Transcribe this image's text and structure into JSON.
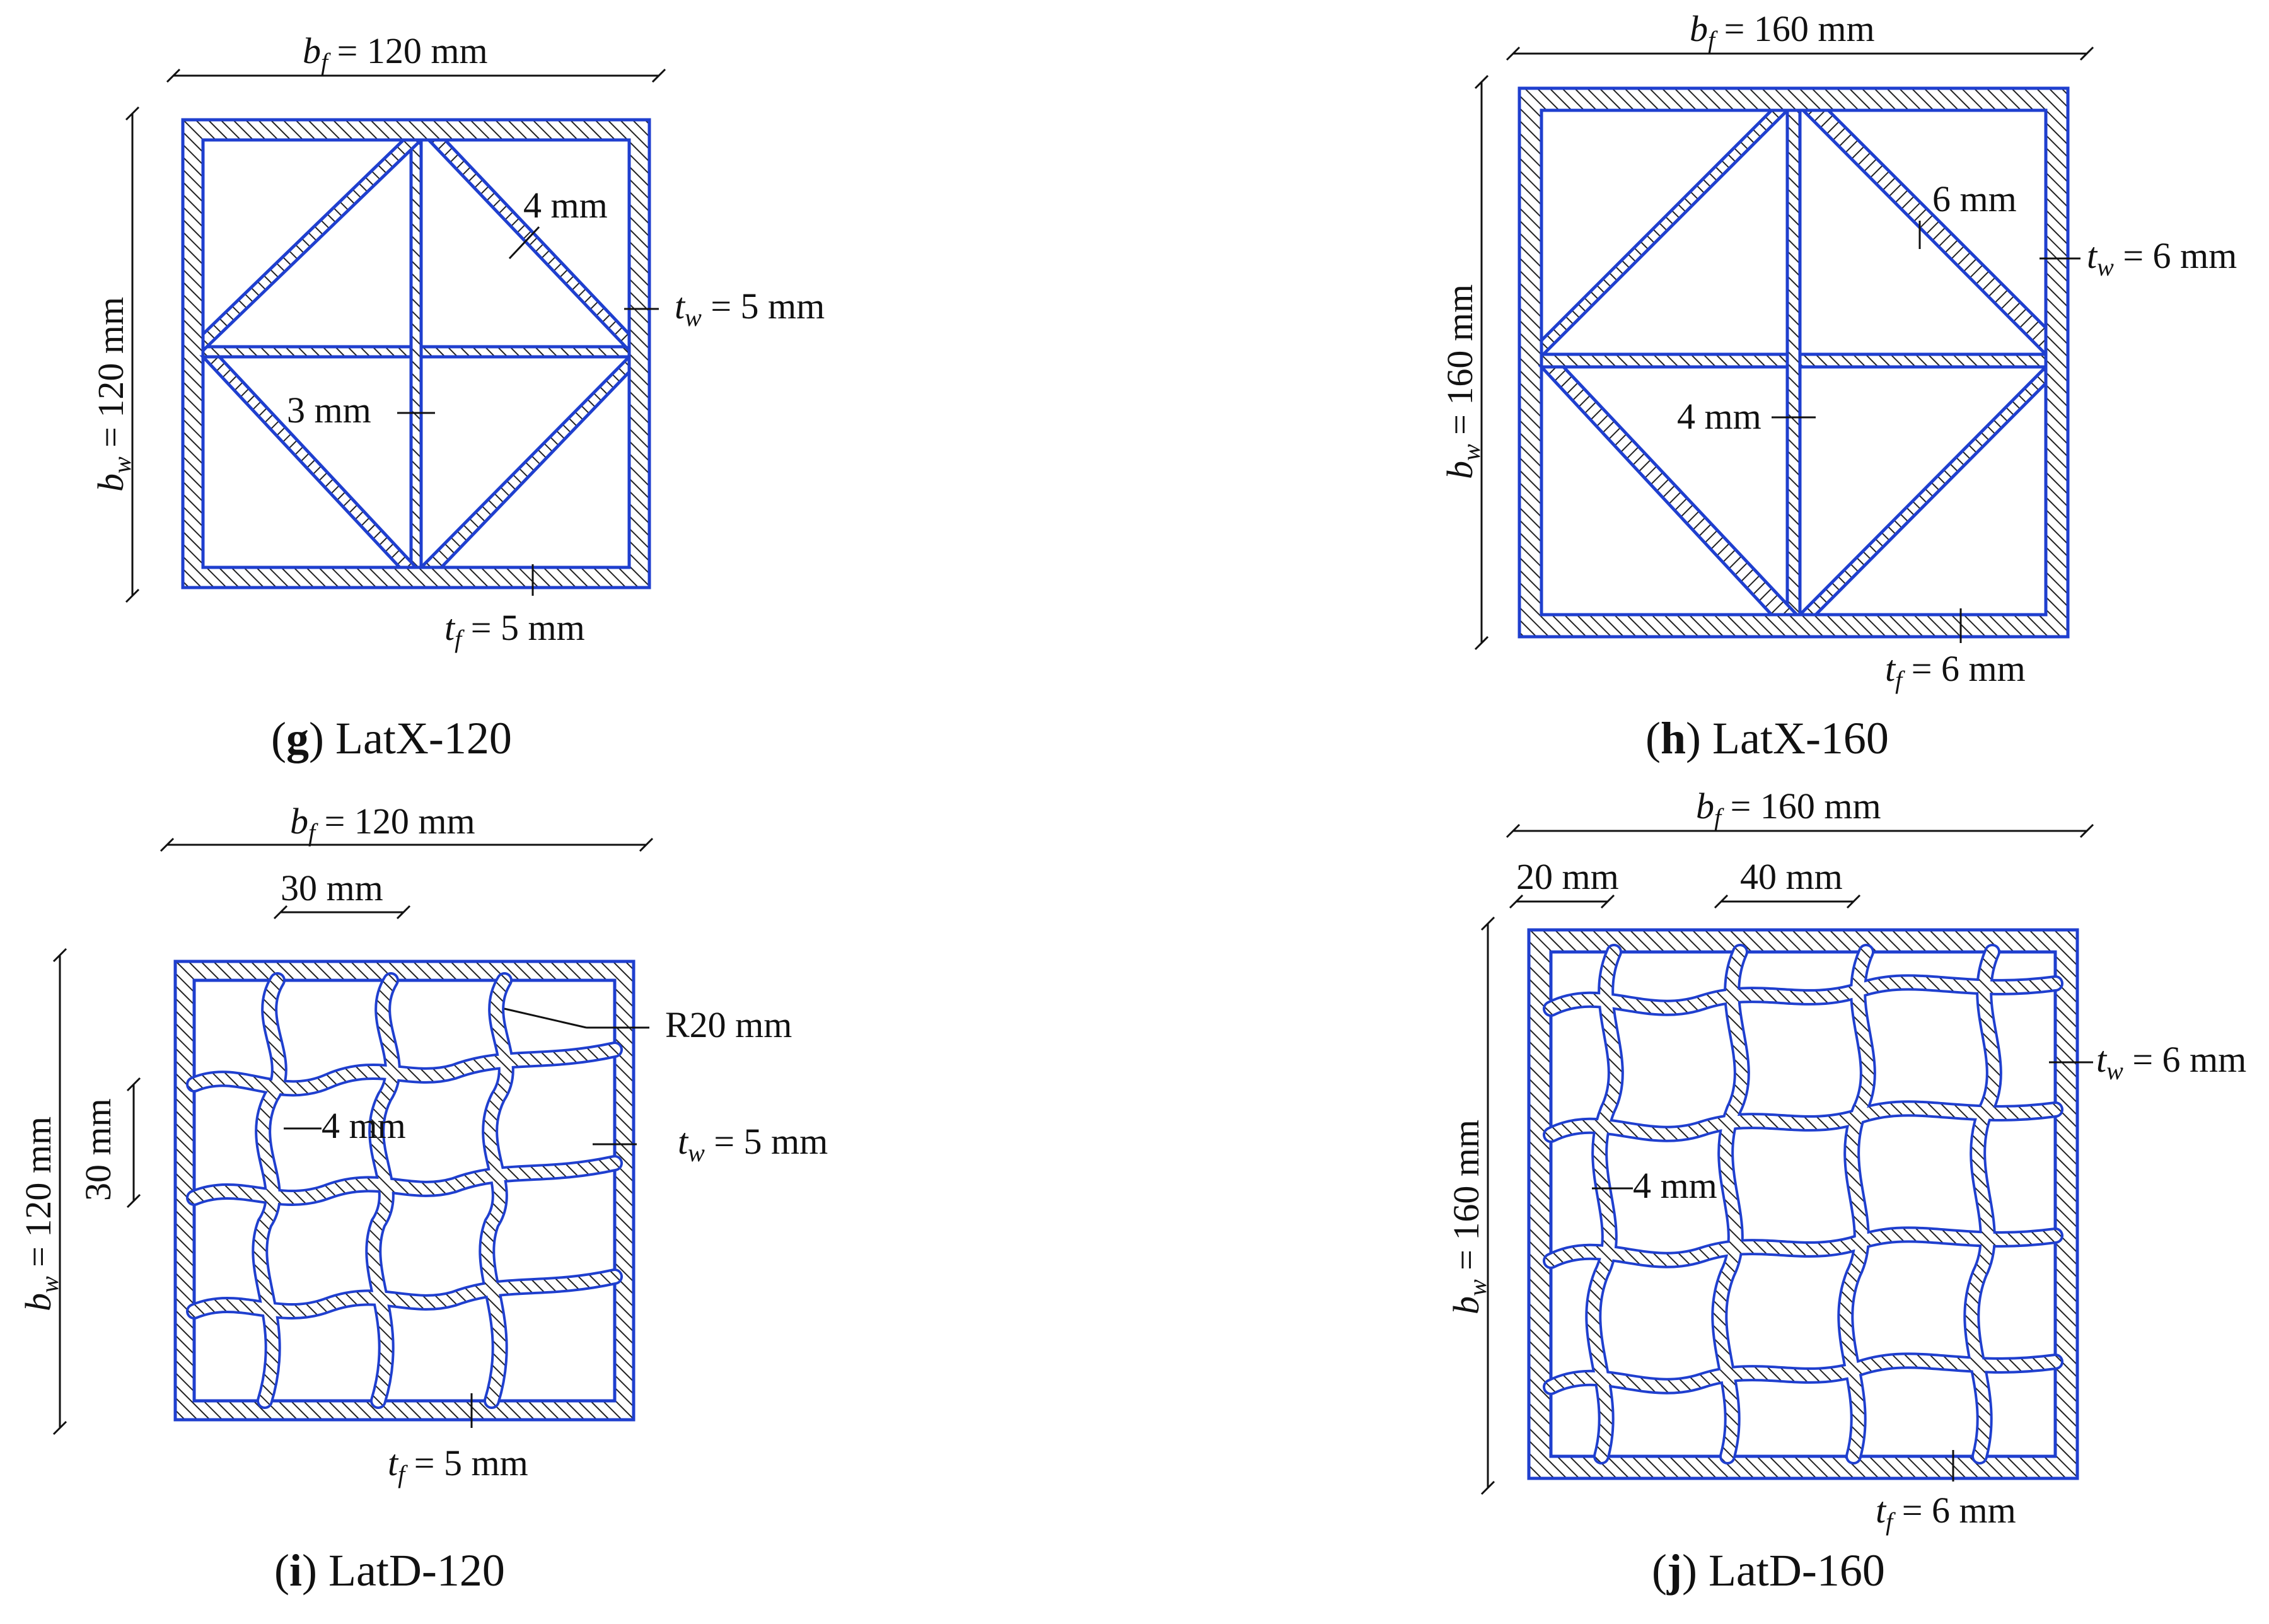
{
  "colors": {
    "outline": "#1f3fcf",
    "hatch": "#222222",
    "ink": "#111111"
  },
  "panels": [
    {
      "id": "g",
      "letter": "g",
      "caption": "LatX-120",
      "bf": {
        "sym": "b",
        "sub": "f",
        "text": " = 120 mm"
      },
      "bw": {
        "sym": "b",
        "sub": "w",
        "text": " = 120 mm"
      },
      "tw": {
        "sym": "t",
        "sub": "w",
        "text": " = 5 mm"
      },
      "tf": {
        "sym": "t",
        "sub": "f",
        "text": " = 5 mm"
      },
      "notes": [
        "4 mm",
        "3 mm"
      ]
    },
    {
      "id": "h",
      "letter": "h",
      "caption": "LatX-160",
      "bf": {
        "sym": "b",
        "sub": "f",
        "text": " = 160 mm"
      },
      "bw": {
        "sym": "b",
        "sub": "w",
        "text": " = 160 mm"
      },
      "tw": {
        "sym": "t",
        "sub": "w",
        "text": " = 6 mm"
      },
      "tf": {
        "sym": "t",
        "sub": "f",
        "text": " = 6 mm"
      },
      "notes": [
        "6 mm",
        "4 mm"
      ]
    },
    {
      "id": "i",
      "letter": "i",
      "caption": "LatD-120",
      "bf": {
        "sym": "b",
        "sub": "f",
        "text": " = 120 mm"
      },
      "bw": {
        "sym": "b",
        "sub": "w",
        "text": " = 120 mm"
      },
      "tw": {
        "sym": "t",
        "sub": "w",
        "text": " = 5 mm"
      },
      "tf": {
        "sym": "t",
        "sub": "f",
        "text": " = 5 mm"
      },
      "notes": [
        "30 mm",
        "30 mm",
        "R20 mm",
        "4 mm"
      ]
    },
    {
      "id": "j",
      "letter": "j",
      "caption": "LatD-160",
      "bf": {
        "sym": "b",
        "sub": "f",
        "text": " = 160 mm"
      },
      "bw": {
        "sym": "b",
        "sub": "w",
        "text": " = 160 mm"
      },
      "tw": {
        "sym": "t",
        "sub": "w",
        "text": " = 6 mm"
      },
      "tf": {
        "sym": "t",
        "sub": "f",
        "text": " = 6 mm"
      },
      "notes": [
        "20 mm",
        "40 mm",
        "4 mm"
      ]
    }
  ]
}
